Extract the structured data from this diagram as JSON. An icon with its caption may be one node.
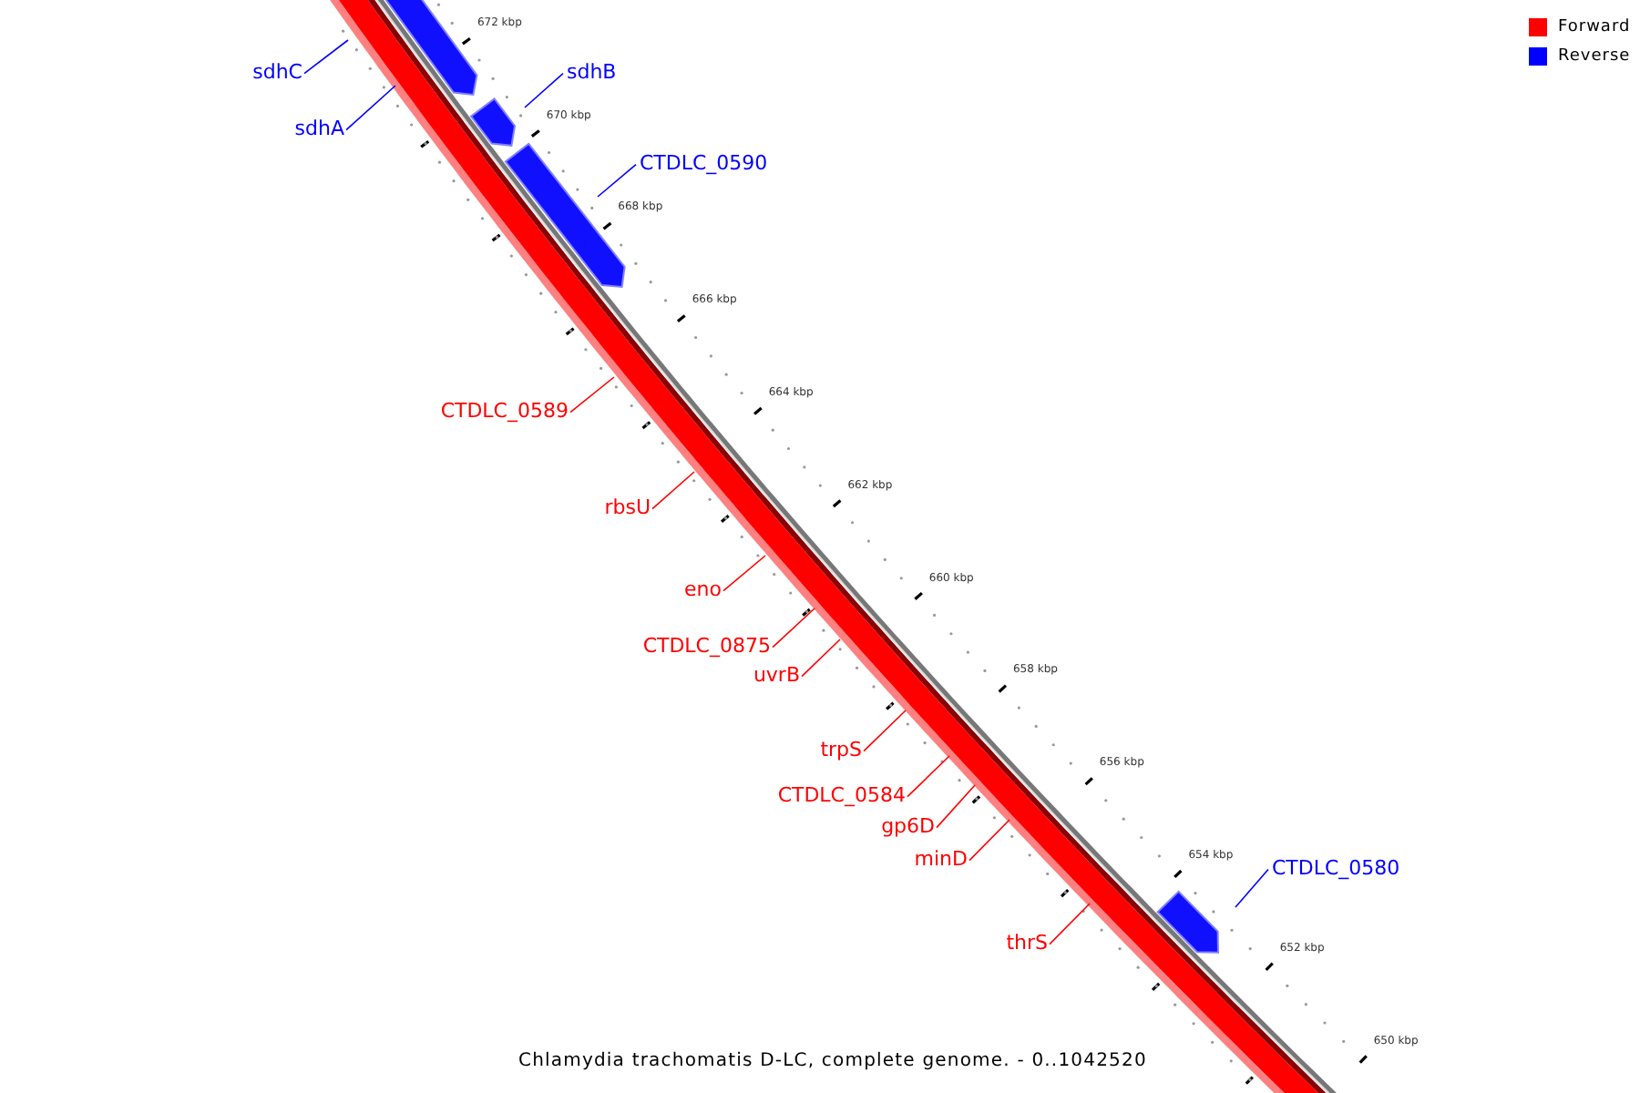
{
  "diagram": {
    "caption": "Chlamydia trachomatis D-LC, complete genome. - 0..1042520",
    "nodes": [
      {
        "text": [
          "sdhC"
        ]
      },
      {
        "text": [
          "sdhB"
        ]
      },
      {
        "text": [
          "sdhA"
        ]
      },
      {
        "text": [
          "CTDLC_0590"
        ]
      },
      {
        "text": [
          "CTDLC_0589"
        ]
      },
      {
        "text": [
          "rbsU"
        ]
      },
      {
        "text": [
          "eno"
        ]
      },
      {
        "text": [
          "CTDLC_0875"
        ]
      },
      {
        "text": [
          "uvrB"
        ]
      },
      {
        "text": [
          "trpS"
        ]
      },
      {
        "text": [
          "CTDLC_0584"
        ]
      },
      {
        "text": [
          "gp6D"
        ]
      },
      {
        "text": [
          "minD"
        ]
      },
      {
        "text": [
          "CTDLC_0580"
        ]
      },
      {
        "text": [
          "thrS"
        ]
      }
    ],
    "edges": [
      {
        "from": 0,
        "to": null,
        "arrow": "none",
        "color": "#0000ff"
      },
      {
        "from": 1,
        "to": null,
        "arrow": "none",
        "color": "#0000ff"
      },
      {
        "from": 2,
        "to": null,
        "arrow": "none",
        "color": "#0000ff"
      },
      {
        "from": 3,
        "to": null,
        "arrow": "none",
        "color": "#0000ff"
      },
      {
        "from": 4,
        "to": null,
        "arrow": "none"
      },
      {
        "from": 5,
        "to": null,
        "arrow": "none"
      },
      {
        "from": 6,
        "to": null,
        "arrow": "none"
      },
      {
        "from": 7,
        "to": null,
        "arrow": "none"
      },
      {
        "from": 8,
        "to": null,
        "arrow": "none"
      },
      {
        "from": 9,
        "to": null,
        "arrow": "none"
      },
      {
        "from": 10,
        "to": null,
        "arrow": "none"
      },
      {
        "from": 11,
        "to": null,
        "arrow": "none"
      },
      {
        "from": 12,
        "to": null,
        "arrow": "none"
      },
      {
        "from": 13,
        "to": null,
        "arrow": "none",
        "color": "#0000ff"
      },
      {
        "from": 14,
        "to": null,
        "arrow": "none"
      }
    ],
    "labels": [
      "672 kbp",
      "670 kbp",
      "668 kbp",
      "666 kbp",
      "664 kbp",
      "662 kbp",
      "660 kbp",
      "658 kbp",
      "656 kbp",
      "654 kbp",
      "652 kbp",
      "650 kbp"
    ],
    "legend": [
      {
        "text": "Forward",
        "color": "#ff0000"
      },
      {
        "text": "Reverse",
        "color": "#0000ff"
      }
    ]
  }
}
